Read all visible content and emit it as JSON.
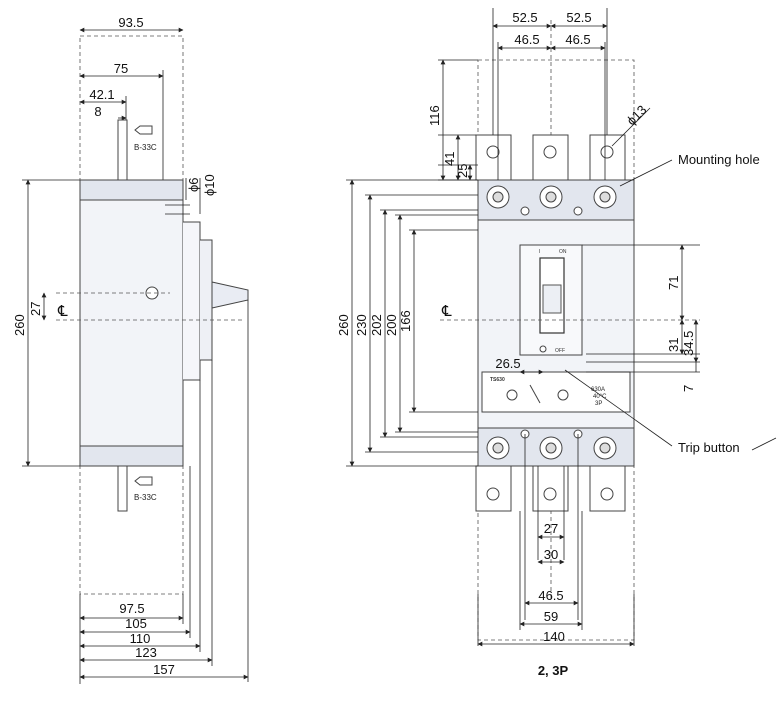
{
  "side_view": {
    "dims_top": [
      "93.5",
      "75",
      "42.1",
      "8"
    ],
    "dims_bottom": [
      "97.5",
      "105",
      "110",
      "123",
      "157"
    ],
    "height": "260",
    "center_offset": "27",
    "centerline_symbol": "℄",
    "small_dims": [
      "ϕ6",
      "ϕ10"
    ],
    "busbar_label_top": "B-33C",
    "busbar_label_bottom": "B-33C"
  },
  "front_view": {
    "dims_top": [
      "52.5",
      "52.5",
      "46.5",
      "46.5"
    ],
    "dims_left": [
      "116",
      "41",
      "25"
    ],
    "heights": [
      "260",
      "230",
      "202",
      "200",
      "166"
    ],
    "hole_dia": "ϕ13",
    "centerline_symbol": "℄",
    "dims_right": [
      "71",
      "31",
      "34.5",
      "7"
    ],
    "offset_26": "26.5",
    "dims_bottom": [
      "27",
      "30",
      "46.5",
      "59",
      "140"
    ],
    "handle_on": "ON",
    "handle_i": "I",
    "handle_off": "OFF",
    "model": "TS630",
    "rating_a": "630A",
    "rating_temp": "40°C",
    "rating_poles": "3P"
  },
  "labels": {
    "mounting_hole": "Mounting hole",
    "trip_button": "Trip button",
    "caption": "2, 3P"
  }
}
